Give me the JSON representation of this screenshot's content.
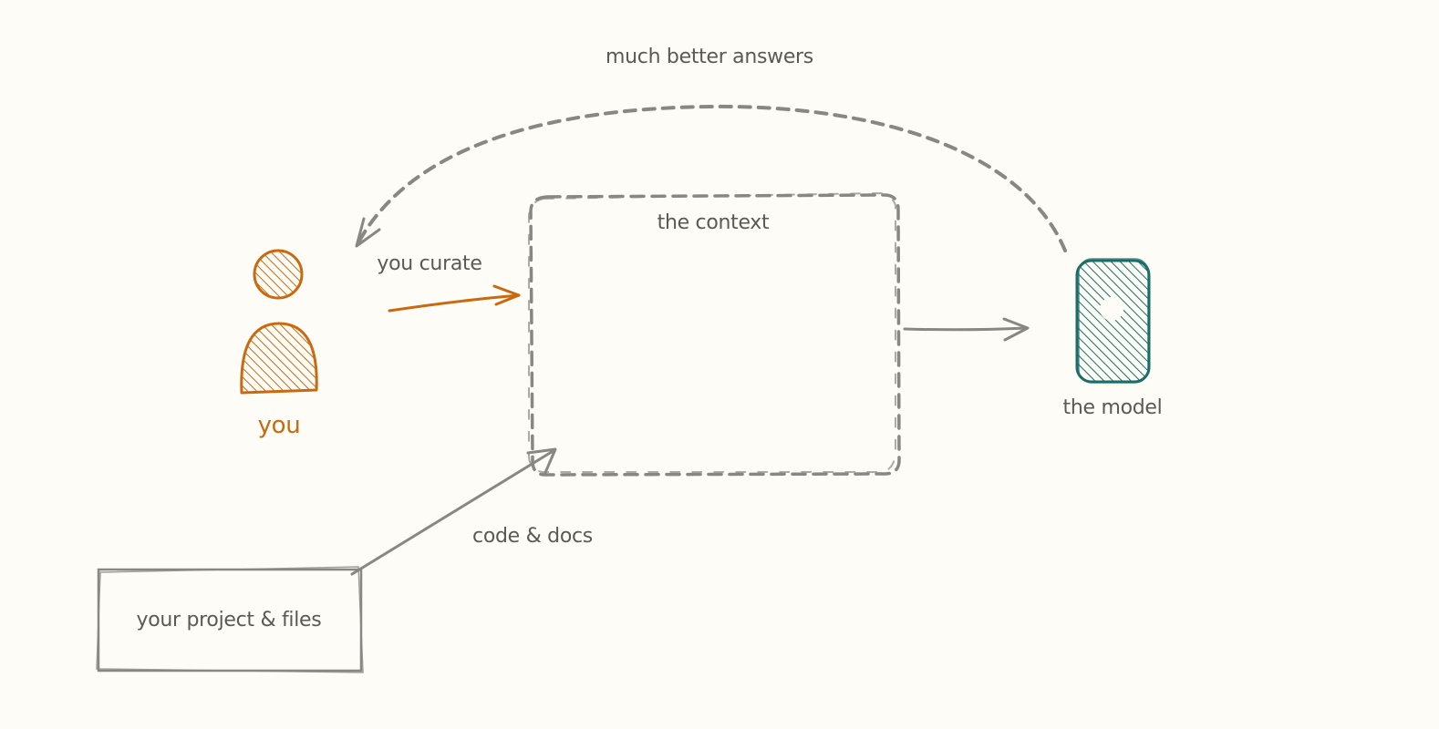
{
  "colors": {
    "background": "#fdfcf7",
    "you": "#c96a10",
    "model": "#1a6e66",
    "neutral": "#8a8782",
    "text": "#5c5954"
  },
  "labels": {
    "feedback": "much better answers",
    "context": "the context",
    "curate": "you curate",
    "you": "you",
    "model": "the model",
    "code_docs": "code & docs",
    "project": "your project & files"
  },
  "icons": {
    "person": "person-icon",
    "model": "model-chip-icon"
  }
}
